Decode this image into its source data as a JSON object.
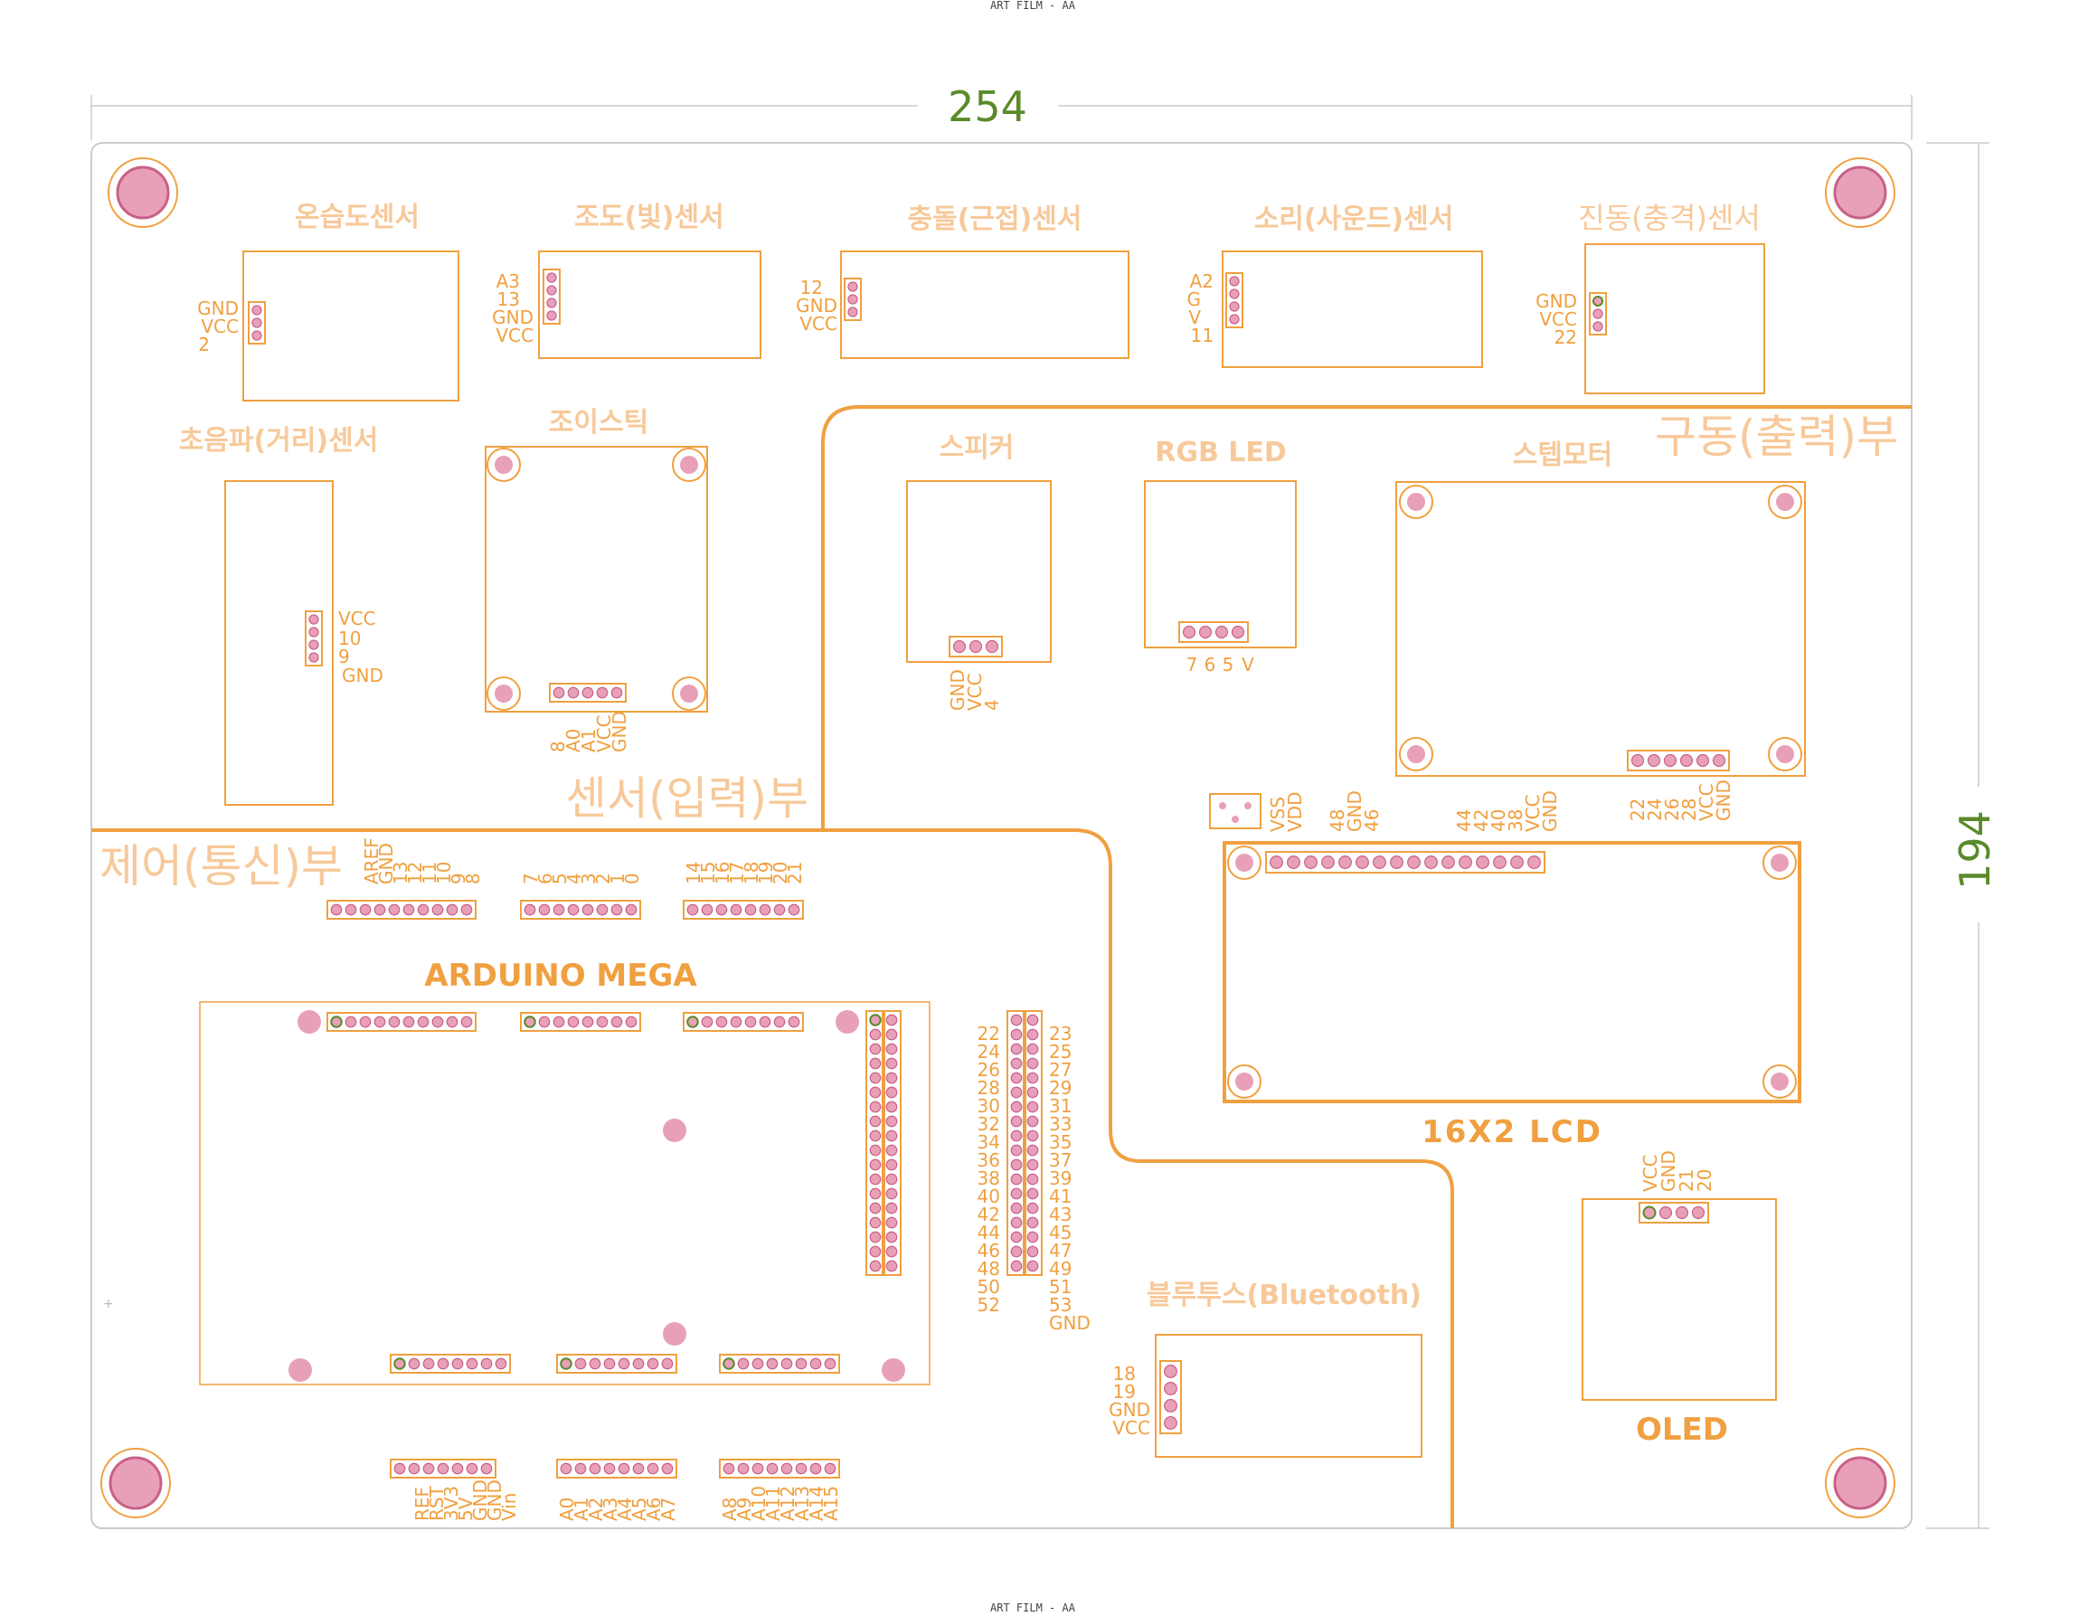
{
  "header": {
    "film_label": "ART FILM - AA"
  },
  "footer": {
    "film_label": "ART FILM - AA"
  },
  "dimensions": {
    "width": "254",
    "height": "194"
  },
  "colors": {
    "outline": "#f0a040",
    "silk_light": "#f7c99a",
    "pad": "#e8a0b8",
    "pad_ring": "#c8608a",
    "dimension": "#5a8a2a",
    "faint": "#cccccc"
  },
  "sections": {
    "sensor_input": "센서(입력)부",
    "drive_output": "구동(출력)부",
    "control_comm": "제어(통신)부"
  },
  "sensors": {
    "temp_humidity": {
      "title": "온습도센서",
      "pins": [
        "GND",
        "VCC",
        "2"
      ]
    },
    "light": {
      "title": "조도(빛)센서",
      "pins": [
        "A3",
        "13",
        "GND",
        "VCC"
      ]
    },
    "collision": {
      "title": "충돌(근접)센서",
      "pins": [
        "12",
        "GND",
        "VCC"
      ]
    },
    "sound": {
      "title": "소리(사운드)센서",
      "pins": [
        "A2",
        "G",
        "V",
        "11"
      ]
    },
    "vibration": {
      "title": "진동(충격)센서",
      "pins": [
        "GND",
        "VCC",
        "22"
      ]
    },
    "ultrasonic": {
      "title": "초음파(거리)센서",
      "pins": [
        "VCC",
        "10",
        "9",
        "GND"
      ]
    },
    "joystick": {
      "title": "조이스틱",
      "pins": [
        "8",
        "A0",
        "A1",
        "VCC",
        "GND"
      ]
    }
  },
  "outputs": {
    "speaker": {
      "title": "스피커",
      "pins": [
        "GND",
        "VCC",
        "4"
      ]
    },
    "rgb_led": {
      "title": "RGB LED",
      "pins": [
        "7",
        "6",
        "5",
        "V"
      ]
    },
    "stepper": {
      "title": "스텝모터",
      "pins": [
        "22",
        "24",
        "26",
        "28",
        "VCC",
        "GND"
      ]
    },
    "lcd": {
      "title": "16X2 LCD",
      "pins_a": [
        "VSS",
        "VDD"
      ],
      "pins_b": [
        "48",
        "GND",
        "46"
      ],
      "pins_c": [
        "44",
        "42",
        "40",
        "38",
        "VCC",
        "GND"
      ]
    },
    "oled": {
      "title": "OLED",
      "pins": [
        "VCC",
        "GND",
        "21",
        "20"
      ]
    },
    "bluetooth": {
      "title": "블루투스(Bluetooth)",
      "pins": [
        "18",
        "19",
        "GND",
        "VCC"
      ]
    }
  },
  "arduino": {
    "title": "ARDUINO MEGA",
    "top_header_1": [
      "AREF",
      "GND",
      "13",
      "12",
      "11",
      "10",
      "9",
      "8"
    ],
    "top_header_2": [
      "7",
      "6",
      "5",
      "4",
      "3",
      "2",
      "1",
      "0"
    ],
    "top_header_3": [
      "14",
      "15",
      "16",
      "17",
      "18",
      "19",
      "20",
      "21"
    ],
    "bottom_header_1": [
      "REF",
      "RST",
      "3V3",
      "5V",
      "GND",
      "GND",
      "Vin"
    ],
    "bottom_header_2": [
      "A0",
      "A1",
      "A2",
      "A3",
      "A4",
      "A5",
      "A6",
      "A7"
    ],
    "bottom_header_3": [
      "A8",
      "A9",
      "A10",
      "A11",
      "A12",
      "A13",
      "A14",
      "A15"
    ],
    "double_header_left": [
      "22",
      "24",
      "26",
      "28",
      "30",
      "32",
      "34",
      "36",
      "38",
      "40",
      "42",
      "44",
      "46",
      "48",
      "50",
      "52"
    ],
    "double_header_right": [
      "23",
      "25",
      "27",
      "29",
      "31",
      "33",
      "35",
      "37",
      "39",
      "41",
      "43",
      "45",
      "47",
      "49",
      "51",
      "53",
      "GND"
    ]
  }
}
